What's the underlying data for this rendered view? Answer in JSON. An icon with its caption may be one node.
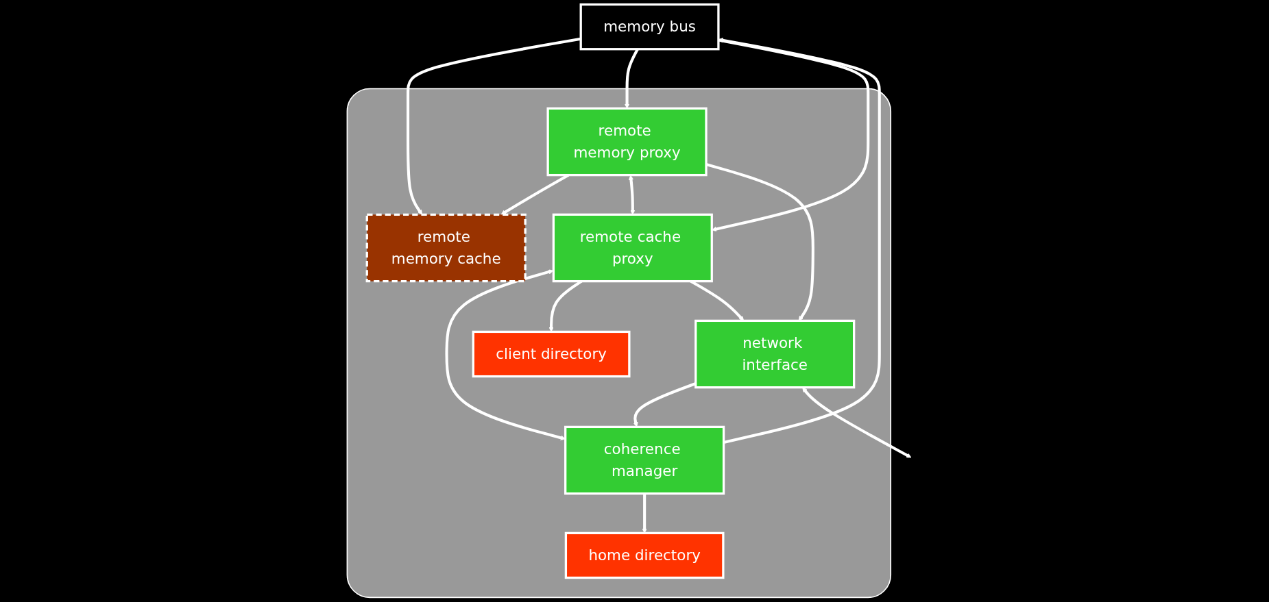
{
  "diagram": {
    "nodes": [
      {
        "text": [
          "memory bus"
        ]
      },
      {
        "text": [],
        "shape": "box"
      },
      {
        "text": [
          "remote memory cache"
        ],
        "in": 1
      },
      {
        "text": [
          "remote memory proxy"
        ],
        "in": 1
      },
      {
        "text": [
          "remote cache proxy"
        ],
        "in": 1
      },
      {
        "text": [
          "coherence manager"
        ],
        "in": 1
      },
      {
        "text": [
          "client directory"
        ],
        "in": 1
      },
      {
        "text": [
          "home directory"
        ],
        "in": 1
      },
      {
        "text": [
          "network interface"
        ],
        "in": 1
      }
    ],
    "edges": [
      {
        "from": 0,
        "to": 2,
        "arrow": "to"
      },
      {
        "from": 0,
        "to": 3,
        "arrow": "to"
      },
      {
        "from": 0,
        "to": 4,
        "arrow": "to"
      },
      {
        "from": 5,
        "to": 0,
        "arrow": "to"
      },
      {
        "from": 3,
        "to": 2,
        "arrow": "to"
      },
      {
        "from": 3,
        "to": 4,
        "arrow": "both"
      },
      {
        "from": 4,
        "to": 5,
        "arrow": "both"
      },
      {
        "from": 4,
        "to": 6,
        "arrow": "to"
      },
      {
        "from": 5,
        "to": 7,
        "arrow": "to"
      },
      {
        "from": 3,
        "to": 8,
        "arrow": "to"
      },
      {
        "from": 4,
        "to": 8,
        "arrow": "to"
      },
      {
        "from": 8,
        "to": 5,
        "arrow": "to"
      },
      {
        "from": 8,
        "to": null,
        "arrow": "both"
      }
    ]
  }
}
